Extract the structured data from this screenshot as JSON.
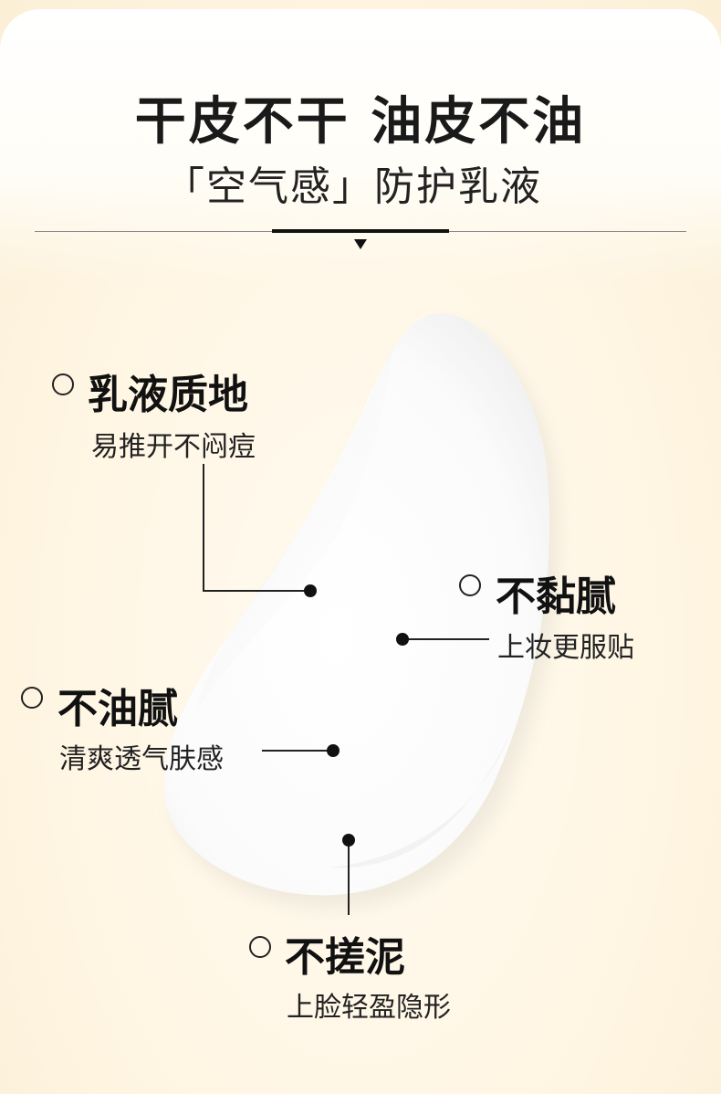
{
  "header": {
    "headline": "干皮不干 油皮不油",
    "subline": "「空气感」防护乳液"
  },
  "features": [
    {
      "title": "乳液质地",
      "desc": "易推开不闷痘",
      "ring_icon": "circle-outline-icon"
    },
    {
      "title": "不黏腻",
      "desc": "上妆更服贴",
      "ring_icon": "circle-outline-icon"
    },
    {
      "title": "不油腻",
      "desc": "清爽透气肤感",
      "ring_icon": "circle-outline-icon"
    },
    {
      "title": "不搓泥",
      "desc": "上脸轻盈隐形",
      "ring_icon": "circle-outline-icon"
    }
  ],
  "colors": {
    "background": "#fff6e3",
    "text": "#111111",
    "cream": "#ffffff"
  }
}
